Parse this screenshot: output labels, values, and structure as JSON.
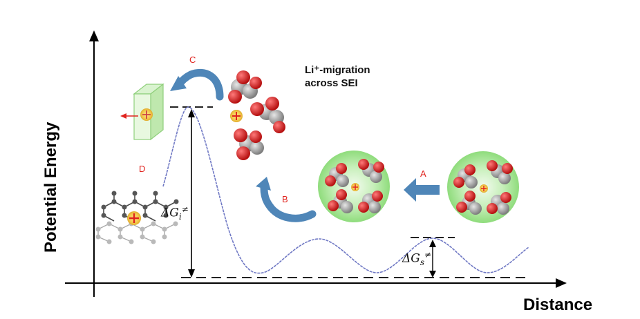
{
  "axes": {
    "y_label": "Potential Energy",
    "x_label": "Distance"
  },
  "title": {
    "line1": "Li⁺-migration",
    "line2": "across SEI"
  },
  "steps": {
    "a": "A",
    "b": "B",
    "c": "C",
    "d": "D"
  },
  "barriers": {
    "interface": {
      "symbol": "ΔG",
      "sub": "i",
      "sup": "≠"
    },
    "sei": {
      "symbol": "ΔG",
      "sub": "s",
      "sup": "≠"
    }
  },
  "colors": {
    "curve": "#6f78c4",
    "arrow_blue": "#4f86b8",
    "step_label": "#e0231e",
    "halo_green": "#8fdc7c",
    "li_ion": "#f2c84b",
    "oxygen": "#d42323",
    "carbon": "#9c9c9c"
  },
  "icons": {
    "li_ion": "plus-ion-icon",
    "molecule": "solvent-molecule-icon",
    "graphite": "graphite-lattice-icon",
    "electrode": "electrode-slab-icon"
  }
}
